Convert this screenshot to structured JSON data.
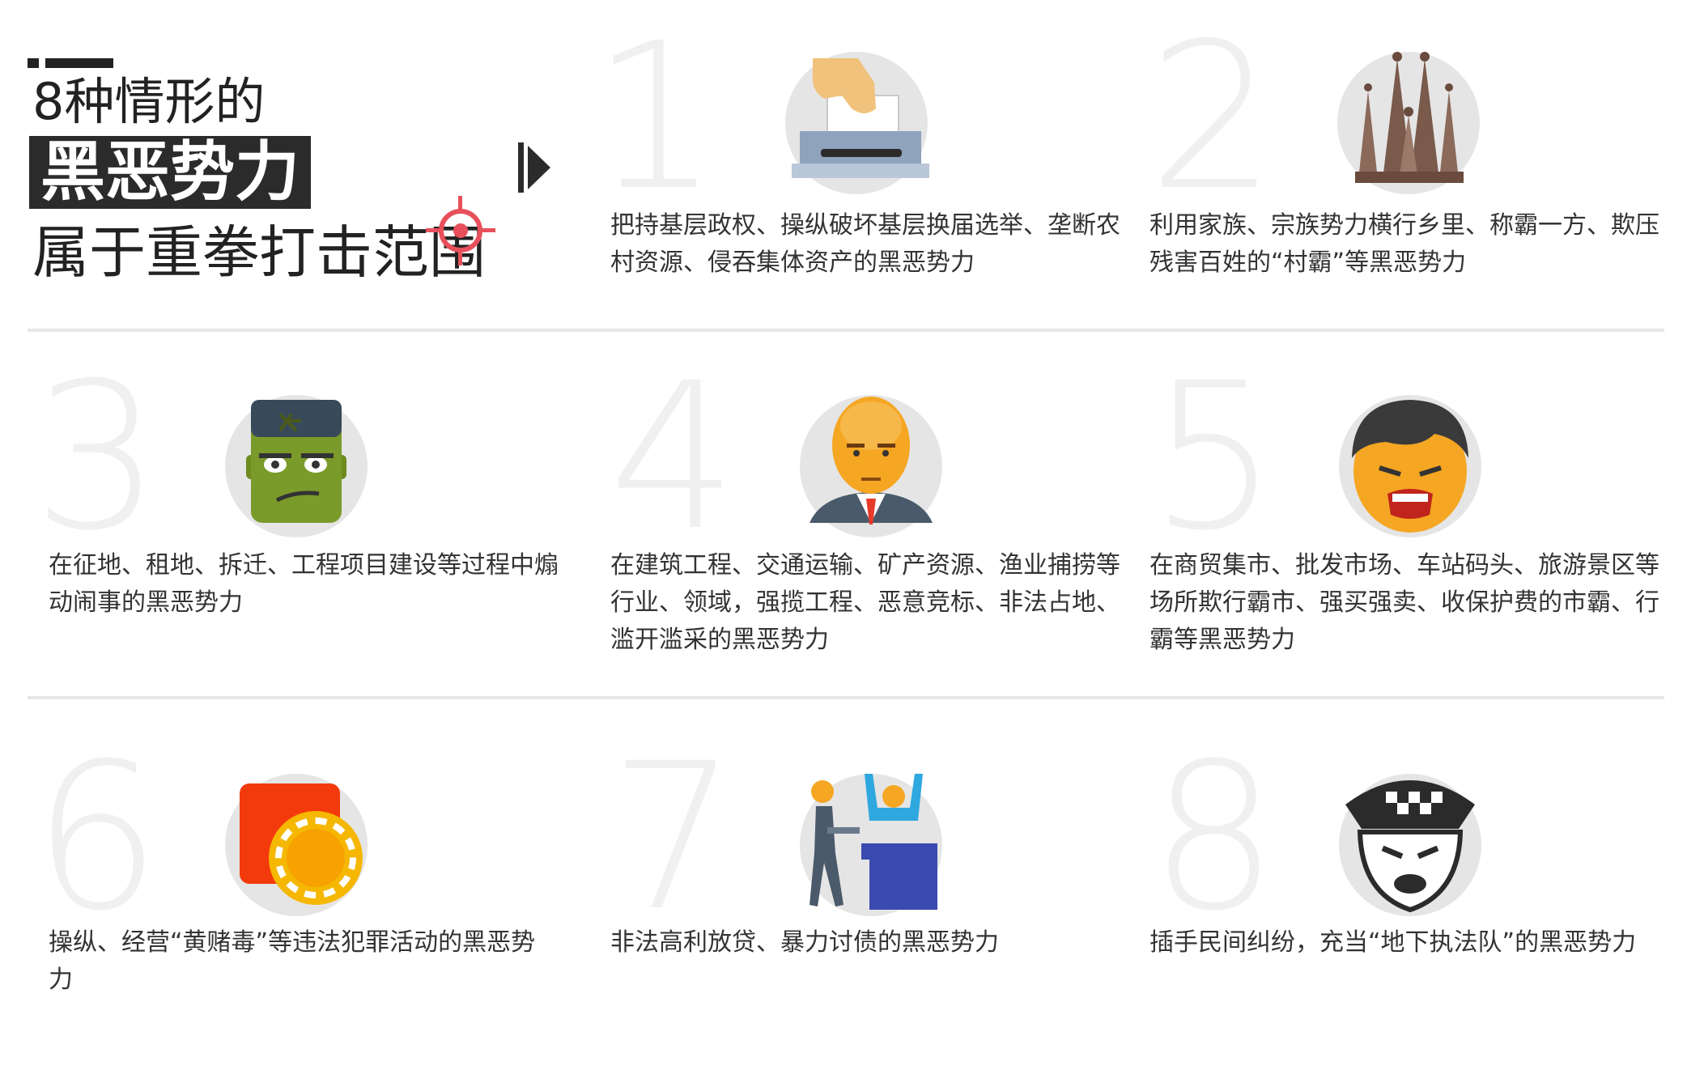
{
  "header": {
    "line1": "8种情形的",
    "line2": "黑恶势力",
    "line3": "属于重拳打击范围"
  },
  "items": [
    {
      "number": "1",
      "icon": "ballot-box-icon",
      "text": "把持基层政权、操纵破坏基层换届选举、垄断农村资源、侵吞集体资产的黑恶势力"
    },
    {
      "number": "2",
      "icon": "cathedral-icon",
      "text": "利用家族、宗族势力横行乡里、称霸一方、欺压残害百姓的“村霸”等黑恶势力"
    },
    {
      "number": "3",
      "icon": "frankenstein-icon",
      "text": "在征地、租地、拆迁、工程项目建设等过程中煽动闹事的黑恶势力"
    },
    {
      "number": "4",
      "icon": "bald-man-icon",
      "text": "在建筑工程、交通运输、矿产资源、渔业捕捞等行业、领域，强揽工程、恶意竞标、非法占地、滥开滥采的黑恶势力"
    },
    {
      "number": "5",
      "icon": "angry-man-icon",
      "text": "在商贸集市、批发市场、车站码头、旅游景区等场所欺行霸市、强买强卖、收保护费的市霸、行霸等黑恶势力"
    },
    {
      "number": "6",
      "icon": "casino-chip-icon",
      "text": "操纵、经营“黄赌毒”等违法犯罪活动的黑恶势力"
    },
    {
      "number": "7",
      "icon": "robbery-icon",
      "text": "非法高利放贷、暴力讨债的黑恶势力"
    },
    {
      "number": "8",
      "icon": "police-officer-icon",
      "text": "插手民间纠纷，充当“地下执法队”的黑恶势力"
    }
  ],
  "colors": {
    "accent": "#e8505b",
    "big_number": "#f0f0f0",
    "icon_circle": "#e5e5e5",
    "divider": "#e6e6e6"
  }
}
